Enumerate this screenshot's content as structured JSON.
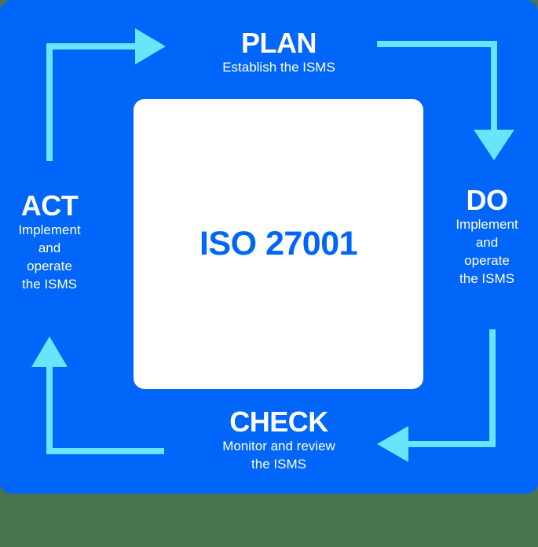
{
  "diagram": {
    "type": "PDCA cycle",
    "center_label": "ISO 27001",
    "colors": {
      "panel": "#0066f9",
      "arrow": "#67e6fb",
      "card": "#ffffff",
      "center_text": "#0066f9",
      "stage_text": "#ffffff",
      "background": "#4a7350"
    },
    "stages": {
      "plan": {
        "title": "PLAN",
        "desc": "Establish the ISMS"
      },
      "do": {
        "title": "DO",
        "desc_lines": [
          "Implement",
          "and",
          "operate",
          "the ISMS"
        ]
      },
      "check": {
        "title": "CHECK",
        "desc_lines": [
          "Monitor and review",
          "the ISMS"
        ]
      },
      "act": {
        "title": "ACT",
        "desc_lines": [
          "Implement",
          "and",
          "operate",
          "the ISMS"
        ]
      }
    },
    "flow": [
      "PLAN",
      "DO",
      "CHECK",
      "ACT",
      "PLAN"
    ],
    "arrows": [
      {
        "from": "ACT",
        "to": "PLAN",
        "direction": "right"
      },
      {
        "from": "PLAN",
        "to": "DO",
        "direction": "down"
      },
      {
        "from": "DO",
        "to": "CHECK",
        "direction": "left"
      },
      {
        "from": "CHECK",
        "to": "ACT",
        "direction": "up"
      }
    ]
  }
}
